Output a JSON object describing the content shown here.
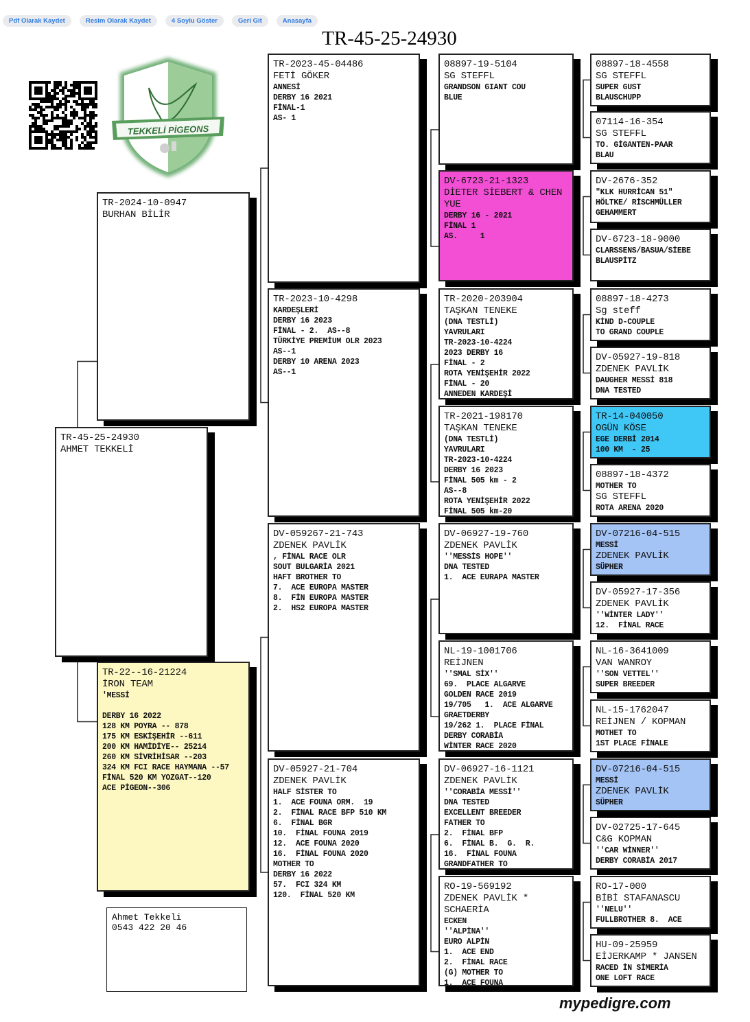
{
  "toolbar": {
    "buttons": [
      "Pdf Olarak Kaydet",
      "Resim Olarak Kaydet",
      "4 Soylu Göster",
      "Geri Git",
      "Anasayfa"
    ]
  },
  "title": "TR-45-25-24930",
  "logo": {
    "text": "TEKKELİ PİGEONS",
    "colors": {
      "dark": "#3f8f4a",
      "light": "#9ccc98"
    }
  },
  "contact": {
    "name": "Ahmet Tekkeli",
    "phone": "0543 422 20 46"
  },
  "brand": "mypedigre.com",
  "colors": {
    "magenta": "#f24fd4",
    "cyan": "#3fc7f6",
    "lightblue": "#a4c4f6",
    "yellow": "#fdf8c2"
  },
  "pedigree": {
    "nodes": [
      {
        "color": "",
        "lines": [
          {
            "text": "TR-45-25-24930",
            "big": true
          },
          {
            "text": "AHMET TEKKELİ",
            "big": true
          }
        ]
      },
      {
        "color": "",
        "lines": [
          {
            "text": "TR-2024-10-0947",
            "big": true
          },
          {
            "text": "BURHAN BİLİR",
            "big": true
          }
        ]
      },
      {
        "color": "yellow",
        "lines": [
          {
            "text": "TR-22--16-21224",
            "big": true
          },
          {
            "text": "İRON TEAM",
            "big": true
          },
          {
            "text": "'MESSİ"
          },
          {
            "text": " "
          },
          {
            "text": "DERBY 16 2022"
          },
          {
            "text": "128 KM POYRA -- 878"
          },
          {
            "text": "175 KM ESKİŞEHİR --611"
          },
          {
            "text": "200 KM HAMİDİYE-- 25214"
          },
          {
            "text": "260 KM SİVRİHİSAR --203"
          },
          {
            "text": "324 KM FCI RACE HAYMANA --57"
          },
          {
            "text": "FİNAL 520 KM YOZGAT--120"
          },
          {
            "text": "ACE PİGEON--306"
          }
        ]
      },
      {
        "color": "",
        "lines": [
          {
            "text": "TR-2023-45-04486",
            "big": true
          },
          {
            "text": "FETİ GÖKER",
            "big": true
          },
          {
            "text": "ANNESİ"
          },
          {
            "text": "DERBY 16 2021"
          },
          {
            "text": "FİNAL-1"
          },
          {
            "text": "AS- 1"
          }
        ]
      },
      {
        "color": "",
        "lines": [
          {
            "text": "TR-2023-10-4298",
            "big": true
          },
          {
            "text": "KARDEŞLERİ"
          },
          {
            "text": "DERBY 16 2023"
          },
          {
            "text": "FİNAL - 2.  AS--8"
          },
          {
            "text": "TÜRKİYE PREMİUM OLR 2023"
          },
          {
            "text": "AS--1"
          },
          {
            "text": "DERBY 10 ARENA 2023"
          },
          {
            "text": "AS--1"
          }
        ]
      },
      {
        "color": "",
        "lines": [
          {
            "text": "DV-059267-21-743",
            "big": true
          },
          {
            "text": "ZDENEK PAVLİK",
            "big": true
          },
          {
            "text": ", FİNAL RACE OLR"
          },
          {
            "text": "SOUT BULGARİA 2021"
          },
          {
            "text": "HAFT BROTHER TO"
          },
          {
            "text": "7.  ACE EUROPA MASTER"
          },
          {
            "text": "8.  FİN EUROPA MASTER"
          },
          {
            "text": "2.  HS2 EUROPA MASTER"
          }
        ]
      },
      {
        "color": "",
        "lines": [
          {
            "text": "DV-05927-21-704",
            "big": true
          },
          {
            "text": "ZDENEK PAVLİK",
            "big": true
          },
          {
            "text": "HALF SİSTER TO"
          },
          {
            "text": "1.  ACE FOUNA ORM.  19"
          },
          {
            "text": "2.  FİNAL RACE BFP 510 KM"
          },
          {
            "text": "6.  FİNAL BGR"
          },
          {
            "text": "10.  FİNAL FOUNA 2019"
          },
          {
            "text": "12.  ACE FOUNA 2020"
          },
          {
            "text": "16.  FİNAL FOUNA 2020"
          },
          {
            "text": "MOTHER TO"
          },
          {
            "text": "DERBY 16 2022"
          },
          {
            "text": "57.  FCI 324 KM"
          },
          {
            "text": "120.  FİNAL 520 KM"
          }
        ]
      },
      {
        "color": "",
        "lines": [
          {
            "text": "08897-19-5104",
            "big": true
          },
          {
            "text": "SG STEFFL",
            "big": true
          },
          {
            "text": "GRANDSON GIANT COU"
          },
          {
            "text": "BLUE"
          }
        ]
      },
      {
        "color": "magenta",
        "lines": [
          {
            "text": "DV-6723-21-1323",
            "big": true
          },
          {
            "text": "DİETER SİEBERT & CHEN",
            "big": true
          },
          {
            "text": "YUE",
            "big": true
          },
          {
            "text": "DERBY 16 - 2021"
          },
          {
            "text": "FİNAL 1"
          },
          {
            "text": "AS.     1"
          }
        ]
      },
      {
        "color": "",
        "lines": [
          {
            "text": "TR-2020-203904",
            "big": true
          },
          {
            "text": "TAŞKAN TENEKE",
            "big": true
          },
          {
            "text": "(DNA TESTLİ)"
          },
          {
            "text": "YAVRULARI"
          },
          {
            "text": "TR-2023-10-4224"
          },
          {
            "text": "2023 DERBY 16"
          },
          {
            "text": "FİNAL - 2"
          },
          {
            "text": "ROTA YENİŞEHİR 2022"
          },
          {
            "text": "FİNAL - 20"
          },
          {
            "text": "ANNEDEN KARDEŞİ"
          }
        ]
      },
      {
        "color": "",
        "lines": [
          {
            "text": "TR-2021-198170",
            "big": true
          },
          {
            "text": "TAŞKAN TENEKE",
            "big": true
          },
          {
            "text": "(DNA TESTLİ)"
          },
          {
            "text": "YAVRULARI"
          },
          {
            "text": "TR-2023-10-4224"
          },
          {
            "text": "DERBY 16 2023"
          },
          {
            "text": "FİNAL 505 km - 2"
          },
          {
            "text": "AS--8"
          },
          {
            "text": "ROTA YENİŞEHİR 2022"
          },
          {
            "text": "FİNAL 505 km-20"
          }
        ]
      },
      {
        "color": "",
        "lines": [
          {
            "text": "DV-06927-19-760",
            "big": true
          },
          {
            "text": "ZDENEK PAVLİK",
            "big": true
          },
          {
            "text": "''MESSİS HOPE''"
          },
          {
            "text": "DNA TESTED"
          },
          {
            "text": "1.  ACE EURAPA MASTER"
          }
        ]
      },
      {
        "color": "",
        "lines": [
          {
            "text": "NL-19-1001706",
            "big": true
          },
          {
            "text": "REİJNEN",
            "big": true
          },
          {
            "text": "''SMAL SİX''"
          },
          {
            "text": "69.  PLACE ALGARVE"
          },
          {
            "text": "GOLDEN RACE 2019"
          },
          {
            "text": "19/705   1.  ACE ALGARVE"
          },
          {
            "text": "GRAETDERBY"
          },
          {
            "text": "19/262 1.  PLACE FİNAL"
          },
          {
            "text": "DERBY CORABİA"
          },
          {
            "text": "WİNTER RACE 2020"
          }
        ]
      },
      {
        "color": "",
        "lines": [
          {
            "text": "DV-06927-16-1121",
            "big": true
          },
          {
            "text": "ZDENEK PAVLİK",
            "big": true
          },
          {
            "text": "''CORABİA MESSİ''"
          },
          {
            "text": "DNA TESTED"
          },
          {
            "text": "EXCELLENT BREEDER"
          },
          {
            "text": "FATHER TO"
          },
          {
            "text": "2.  FİNAL BFP"
          },
          {
            "text": "6.  FİNAL B.  G.  R."
          },
          {
            "text": "16.  FİNAL FOUNA"
          },
          {
            "text": "GRANDFATHER TO"
          }
        ]
      },
      {
        "color": "",
        "lines": [
          {
            "text": "RO-19-569192",
            "big": true
          },
          {
            "text": "ZDENEK PAVLİK *",
            "big": true
          },
          {
            "text": "SCHAERİA",
            "big": true
          },
          {
            "text": "ECKEN"
          },
          {
            "text": "''ALPİNA''"
          },
          {
            "text": "EURO ALPİN"
          },
          {
            "text": "1.  ACE END"
          },
          {
            "text": "2.  FİNAL RACE"
          },
          {
            "text": "(G) MOTHER TO"
          },
          {
            "text": "1.  ACE FOUNA"
          }
        ]
      },
      {
        "color": "",
        "lines": [
          {
            "text": "08897-18-4558",
            "big": true
          },
          {
            "text": "SG STEFFL",
            "big": true
          },
          {
            "text": "SUPER GUST"
          },
          {
            "text": "BLAUSCHUPP"
          }
        ]
      },
      {
        "color": "",
        "lines": [
          {
            "text": "07114-16-354",
            "big": true
          },
          {
            "text": "SG STEFFL",
            "big": true
          },
          {
            "text": "TO. GİGANTEN-PAAR"
          },
          {
            "text": "BLAU"
          }
        ]
      },
      {
        "color": "",
        "lines": [
          {
            "text": "DV-2676-352",
            "big": true
          },
          {
            "text": "\"KLK HURRİCAN 51\""
          },
          {
            "text": "HÖLTKE/ RİSCHMÜLLER"
          },
          {
            "text": "GEHAMMERT"
          }
        ]
      },
      {
        "color": "",
        "lines": [
          {
            "text": "DV-6723-18-9000",
            "big": true
          },
          {
            "text": "CLARSSENS/BASUA/SİEBE"
          },
          {
            "text": "BLAUSPİTZ"
          }
        ]
      },
      {
        "color": "",
        "lines": [
          {
            "text": "08897-18-4273",
            "big": true
          },
          {
            "text": "Sg steff",
            "big": true
          },
          {
            "text": "KİND D-COUPLE"
          },
          {
            "text": "TO GRAND COUPLE"
          }
        ]
      },
      {
        "color": "",
        "lines": [
          {
            "text": "DV-05927-19-818",
            "big": true
          },
          {
            "text": "ZDENEK PAVLİK",
            "big": true
          },
          {
            "text": "DAUGHER MESSİ 818"
          },
          {
            "text": "DNA TESTED"
          }
        ]
      },
      {
        "color": "cyan",
        "lines": [
          {
            "text": "TR-14-040050",
            "big": true
          },
          {
            "text": "OGÜN KÖSE",
            "big": true
          },
          {
            "text": "EGE DERBİ 2014"
          },
          {
            "text": "100 KM  - 25"
          }
        ]
      },
      {
        "color": "",
        "lines": [
          {
            "text": "08897-18-4372",
            "big": true
          },
          {
            "text": "MOTHER TO"
          },
          {
            "text": "SG STEFFL",
            "big": true
          },
          {
            "text": "ROTA ARENA 2020"
          }
        ]
      },
      {
        "color": "lightblue",
        "lines": [
          {
            "text": "DV-07216-04-515",
            "big": true
          },
          {
            "text": "MESSİ"
          },
          {
            "text": "ZDENEK PAVLİK",
            "big": true
          },
          {
            "text": "SÜPHER"
          }
        ]
      },
      {
        "color": "",
        "lines": [
          {
            "text": "DV-05927-17-356",
            "big": true
          },
          {
            "text": "ZDENEK PAVLİK",
            "big": true
          },
          {
            "text": "''WİNTER LADY''"
          },
          {
            "text": "12.  FİNAL RACE"
          }
        ]
      },
      {
        "color": "",
        "lines": [
          {
            "text": "NL-16-3641009",
            "big": true
          },
          {
            "text": "VAN WANROY",
            "big": true
          },
          {
            "text": "''SON VETTEL''"
          },
          {
            "text": "SUPER BREEDER"
          }
        ]
      },
      {
        "color": "",
        "lines": [
          {
            "text": "NL-15-1762047",
            "big": true
          },
          {
            "text": "REİJNEN / KOPMAN",
            "big": true
          },
          {
            "text": "MOTHET TO"
          },
          {
            "text": "1ST PLACE FİNALE"
          }
        ]
      },
      {
        "color": "lightblue",
        "lines": [
          {
            "text": "DV-07216-04-515",
            "big": true
          },
          {
            "text": "MESSİ"
          },
          {
            "text": "ZDENEK PAVLİK",
            "big": true
          },
          {
            "text": "SÜPHER"
          }
        ]
      },
      {
        "color": "",
        "lines": [
          {
            "text": "DV-02725-17-645",
            "big": true
          },
          {
            "text": "C&G KOPMAN",
            "big": true
          },
          {
            "text": "''CAR WİNNER''"
          },
          {
            "text": "DERBY CORABİA 2017"
          }
        ]
      },
      {
        "color": "",
        "lines": [
          {
            "text": "RO-17-000",
            "big": true
          },
          {
            "text": "BİBİ STAFANASCU",
            "big": true
          },
          {
            "text": "''NELU''"
          },
          {
            "text": "FULLBROTHER 8.  ACE"
          }
        ]
      },
      {
        "color": "",
        "lines": [
          {
            "text": "HU-09-25959",
            "big": true
          },
          {
            "text": "EİJERKAMP * JANSEN",
            "big": true
          },
          {
            "text": "RACED İN SİMERİA"
          },
          {
            "text": "ONE LOFT RACE"
          }
        ]
      }
    ]
  }
}
